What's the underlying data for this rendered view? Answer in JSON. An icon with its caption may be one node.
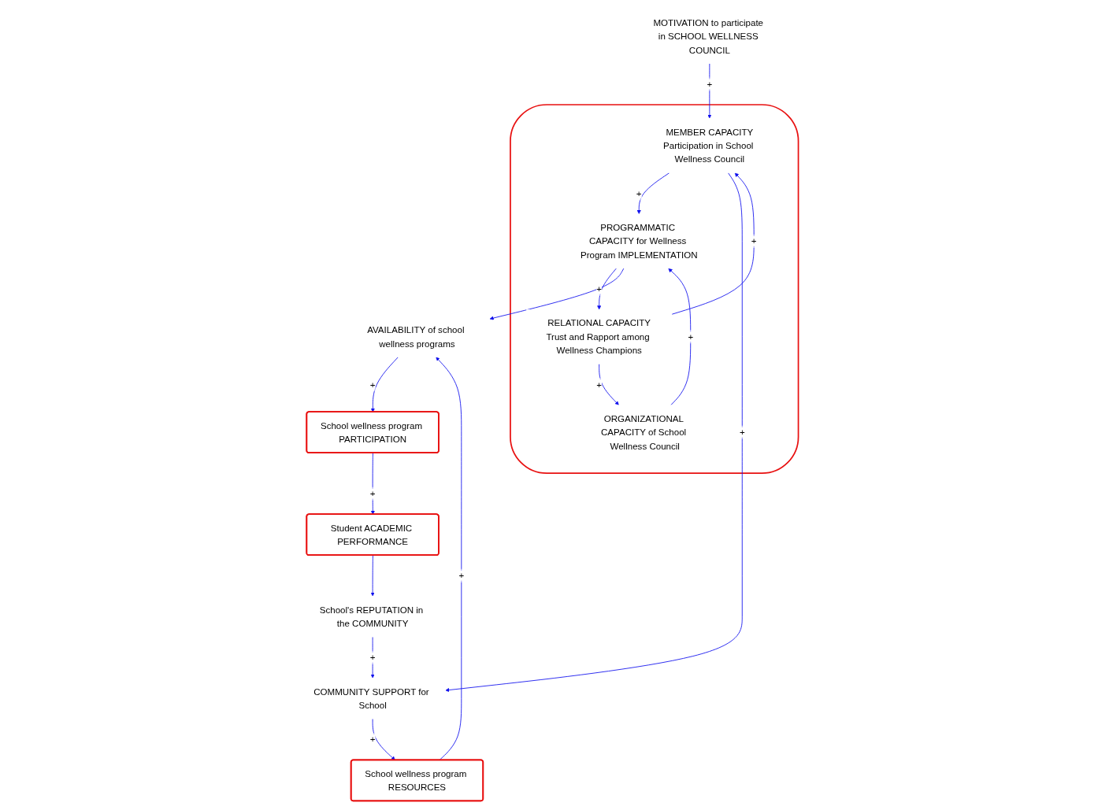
{
  "diagram": {
    "nodes": [
      {
        "text": [
          "Student ACADEMIC PERFORMANCE"
        ]
      },
      {
        "text": [
          "School wellness program PARTICIPATION"
        ]
      },
      {
        "text": [
          "School's REPUTATION in the COMMUNITY"
        ]
      },
      {
        "text": [],
        "shape": "cloud"
      },
      {
        "text": [
          "RELATIONAL CAPACITY",
          "Trust and Rapport among Wellness Champions"
        ],
        "in": 3
      },
      {
        "text": [
          "MEMBER CAPACITY",
          "Participation in School Wellness Council"
        ],
        "in": 3
      },
      {
        "text": [
          "ORGANIZATIONAL CAPACITY of School Wellness Council"
        ],
        "in": 3
      },
      {
        "text": [
          "AVAILABILITY of school wellness programs"
        ]
      },
      {
        "text": [
          "PROGRAMMATIC CAPACITY for Wellness Program IMPLEMENTATION"
        ],
        "in": 3
      },
      {
        "text": [
          "COMMUNITY SUPPORT for School"
        ]
      },
      {
        "text": [
          "School wellness program RESOURCES"
        ]
      },
      {
        "text": [
          "MOTIVATION to participate in SCHOOL WELLNESS COUNCIL"
        ]
      }
    ],
    "edges": [
      {
        "from": 0,
        "to": 2,
        "arrow": "to"
      },
      {
        "from": 1,
        "to": 0,
        "arrow": "to",
        "label": "+"
      },
      {
        "from": 2,
        "to": 9,
        "arrow": "to",
        "label": "+"
      },
      {
        "from": 4,
        "to": 5,
        "arrow": "to",
        "label": "+"
      },
      {
        "from": 4,
        "to": 6,
        "arrow": "to",
        "label": "+"
      },
      {
        "from": 8,
        "to": 4,
        "arrow": "to",
        "label": "+"
      },
      {
        "from": 6,
        "to": 8,
        "arrow": "to",
        "label": "+"
      },
      {
        "from": 5,
        "to": 8,
        "arrow": "to",
        "label": "+"
      },
      {
        "from": 5,
        "to": 9,
        "arrow": "to",
        "label": "+"
      },
      {
        "from": 11,
        "to": 5,
        "arrow": "to",
        "label": "+"
      },
      {
        "from": 9,
        "to": 10,
        "arrow": "to",
        "label": "+"
      },
      {
        "from": 10,
        "to": 7,
        "arrow": "to",
        "label": "+"
      },
      {
        "from": 8,
        "to": 7,
        "arrow": "to"
      },
      {
        "from": 7,
        "to": 1,
        "arrow": "to",
        "label": "+"
      }
    ]
  }
}
